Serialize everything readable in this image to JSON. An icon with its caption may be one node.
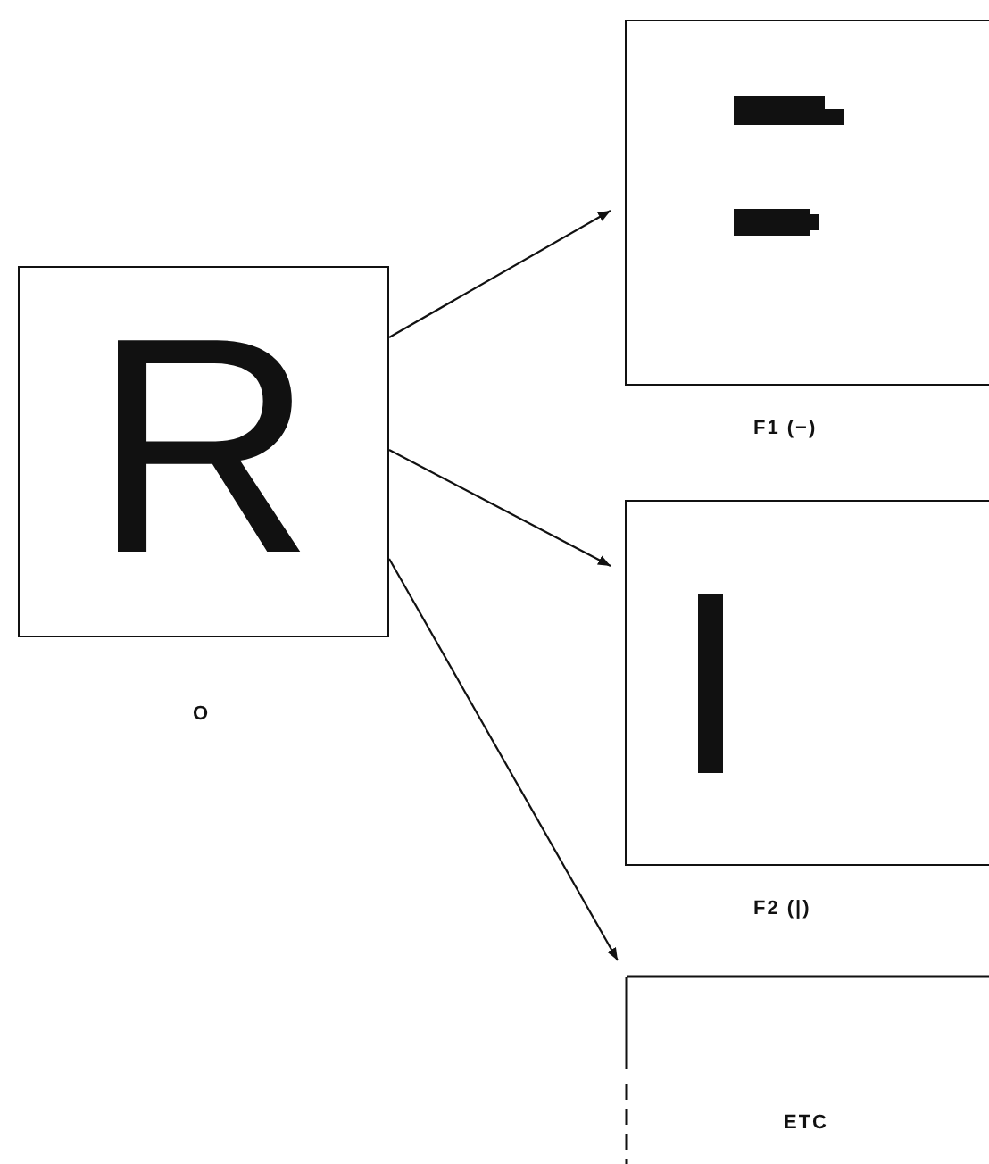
{
  "diagram": {
    "nodes": [
      {
        "text": [
          "R"
        ],
        "beside": [
          "O"
        ]
      },
      {
        "text": [
          "F1 (−)"
        ]
      },
      {
        "text": [
          "F2 (|)"
        ]
      },
      {
        "text": [
          "ETC"
        ]
      }
    ],
    "edges": [
      {
        "from": 0,
        "to": 1,
        "arrow": "to"
      },
      {
        "from": 0,
        "to": 2,
        "arrow": "to"
      },
      {
        "from": 0,
        "to": 3,
        "arrow": "to"
      }
    ]
  }
}
